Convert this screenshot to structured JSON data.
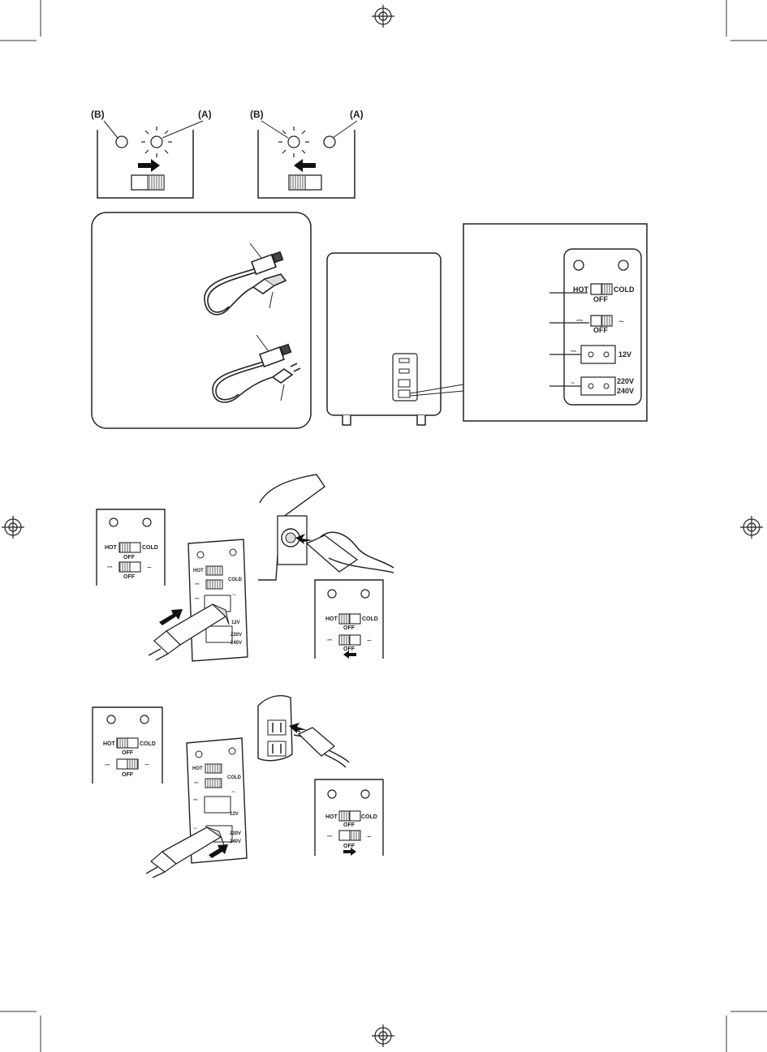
{
  "fig1": {
    "left_panel": {
      "label_b": "(B)",
      "label_a": "(A)"
    },
    "right_panel": {
      "label_b": "(B)",
      "label_a": "(A)"
    }
  },
  "fig2": {
    "control_panel": {
      "mode_left": "HOT",
      "mode_right": "COLD",
      "mode_off": "OFF",
      "power_left": "⎓",
      "power_right": "~",
      "power_off": "OFF",
      "socket_dc_symbol": "⎓",
      "socket_dc_label": "12V",
      "socket_ac_symbol": "~",
      "socket_ac_label_1": "220V",
      "socket_ac_label_2": "240V"
    }
  },
  "fig3": {
    "small_panel": {
      "mode_left": "HOT",
      "mode_right": "COLD",
      "off": "OFF",
      "power_off": "OFF",
      "dc": "⎓",
      "ac": "~"
    },
    "closeup": {
      "hot": "HOT",
      "cold": "COLD",
      "dc": "⎓",
      "ac": "~",
      "v12": "12V",
      "v220": "220V",
      "v240": "240V"
    },
    "result_panel": {
      "mode_left": "HOT",
      "mode_right": "COLD",
      "off": "OFF",
      "power_off": "OFF",
      "dc": "⎓",
      "ac": "~"
    }
  },
  "fig4": {
    "small_panel": {
      "mode_left": "HOT",
      "mode_right": "COLD",
      "off": "OFF",
      "power_off": "OFF",
      "dc": "⎓",
      "ac": "~"
    },
    "closeup": {
      "hot": "HOT",
      "cold": "COLD",
      "dc": "⎓",
      "ac": "~",
      "v12": "12V",
      "v220": "220V",
      "v240": "240V"
    },
    "result_panel": {
      "mode_left": "HOT",
      "mode_right": "COLD",
      "off": "OFF",
      "power_off": "OFF",
      "dc": "⎓",
      "ac": "~"
    }
  },
  "colors": {
    "ink": "#222222",
    "paper": "#ffffff",
    "fill_light": "#ececec",
    "fill_dark": "#888888"
  }
}
